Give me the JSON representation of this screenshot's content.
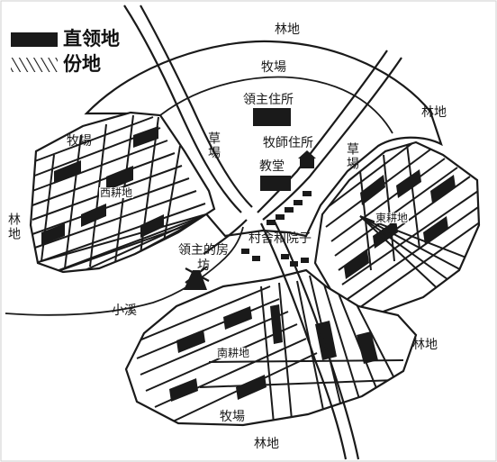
{
  "legend": {
    "demesne": "直领地",
    "tenure": "份地"
  },
  "labels": {
    "forest_top": "林地",
    "forest_left": "林地",
    "forest_right_top": "林地",
    "forest_right_bottom": "林地",
    "forest_bottom": "林地",
    "pasture_top": "牧場",
    "pasture_left": "牧場",
    "pasture_bottom": "牧場",
    "meadow_left": "草場",
    "meadow_right": "草場",
    "lord_residence": "領主住所",
    "priest_residence": "牧師住所",
    "church": "教堂",
    "cottages": "村舍和院子",
    "lord_mill": "領主的房坊",
    "west_field": "西耕地",
    "east_field": "東耕地",
    "south_field": "南耕地",
    "stream": "小溪"
  },
  "colors": {
    "ink": "#1a1a1a",
    "paper": "#ffffff"
  }
}
